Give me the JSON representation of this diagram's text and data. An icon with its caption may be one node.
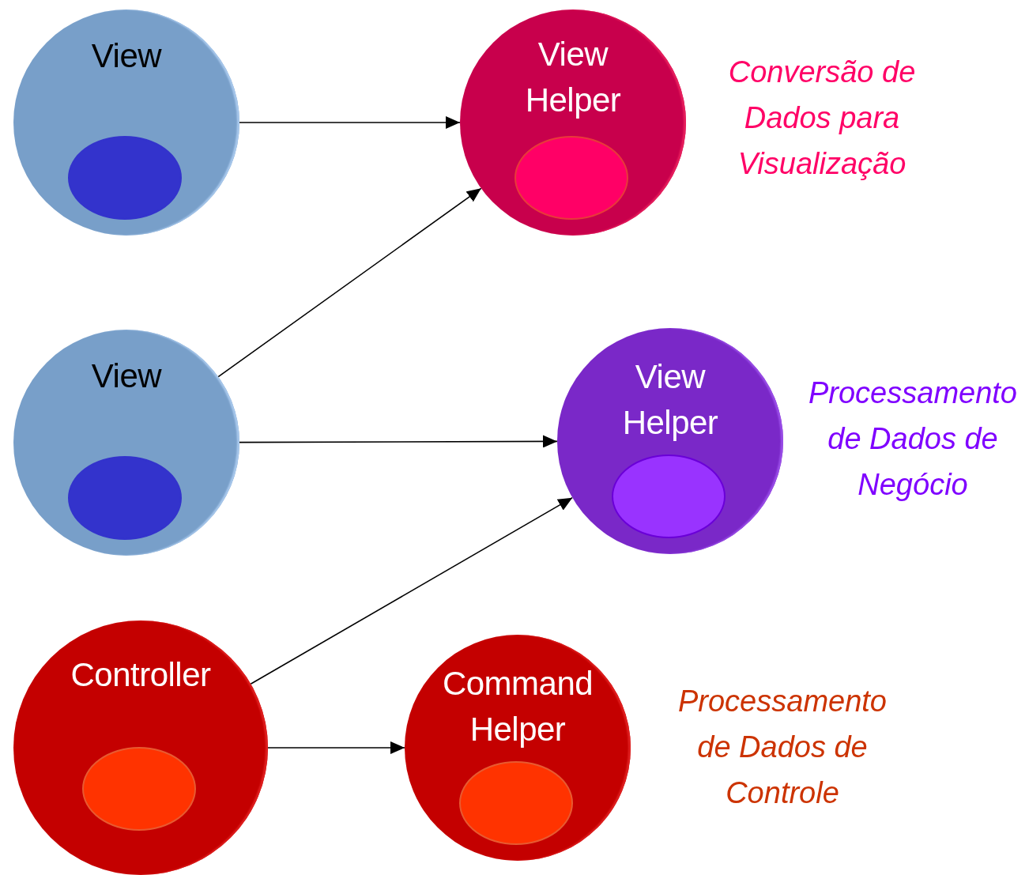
{
  "diagram": {
    "nodes": [
      {
        "text": [
          "View"
        ]
      },
      {
        "text": [],
        "shape": "ellipse",
        "in": 0
      },
      {
        "text": [
          "View Helper"
        ],
        "beside": [
          "Conversão de Dados para Visualização"
        ]
      },
      {
        "text": [],
        "shape": "ellipse",
        "in": 2
      },
      {
        "text": [
          "View"
        ]
      },
      {
        "text": [],
        "shape": "ellipse",
        "in": 4
      },
      {
        "text": [
          "View Helper"
        ],
        "beside": [
          "Processamento de Dados de Negócio"
        ]
      },
      {
        "text": [],
        "shape": "ellipse",
        "in": 6
      },
      {
        "text": [
          "Controller"
        ]
      },
      {
        "text": [],
        "shape": "ellipse",
        "in": 8
      },
      {
        "text": [
          "Command Helper"
        ],
        "beside": [
          "Processamento de Dados de Controle"
        ]
      },
      {
        "text": [],
        "shape": "ellipse",
        "in": 10
      }
    ],
    "edges": [
      {
        "from": 0,
        "to": 2,
        "arrow": "to"
      },
      {
        "from": 4,
        "to": 2,
        "arrow": "to"
      },
      {
        "from": 4,
        "to": 6,
        "arrow": "to"
      },
      {
        "from": 8,
        "to": 6,
        "arrow": "to"
      },
      {
        "from": 8,
        "to": 10,
        "arrow": "to"
      }
    ]
  }
}
